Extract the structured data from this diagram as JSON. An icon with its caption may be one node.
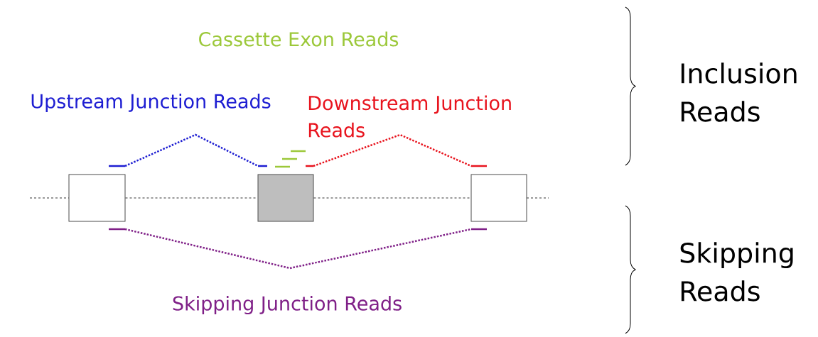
{
  "diagram": {
    "nodes": [
      {
        "text": [],
        "shape": "box"
      },
      {
        "text": [],
        "shape": "box"
      },
      {
        "text": [],
        "shape": "box"
      }
    ],
    "edges": [
      {
        "from": 0,
        "to": 1,
        "arrow": "none",
        "style": "dashed"
      },
      {
        "from": 1,
        "to": 2,
        "arrow": "none",
        "style": "dashed"
      }
    ],
    "labels": [
      "Cassette Exon Reads",
      "Inclusion Reads",
      "Upstream Junction Reads",
      "Downstream Junction Reads",
      "Skipping Reads",
      "Skipping Junction Reads"
    ]
  }
}
